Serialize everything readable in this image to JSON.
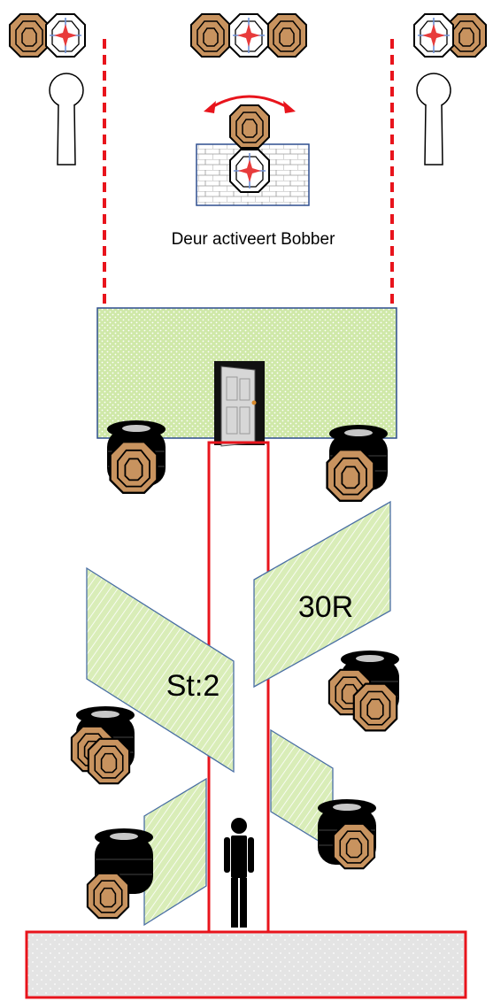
{
  "labels": {
    "bobber_note": "Deur activeert Bobber",
    "stage_number": "St:2",
    "round_count": "30R"
  },
  "colors": {
    "fault_line": "#e8141c",
    "barricade_fill": "#cfe8a8",
    "barricade_stroke": "#4a6fa5",
    "target_tan": "#c8935f",
    "target_outline": "#000000",
    "no_shoot_center": "#e83b3b",
    "tire": "#000000",
    "shooting_box_fill": "#e4e4e4"
  },
  "icons": {
    "paper_target": "paper-target-icon",
    "no_shoot_target": "no-shoot-target-icon",
    "popper": "popper-icon",
    "tire_stack": "tire-stack-icon",
    "door": "door-icon",
    "shooter": "shooter-icon",
    "bobber_swing": "swing-arrow-icon"
  }
}
